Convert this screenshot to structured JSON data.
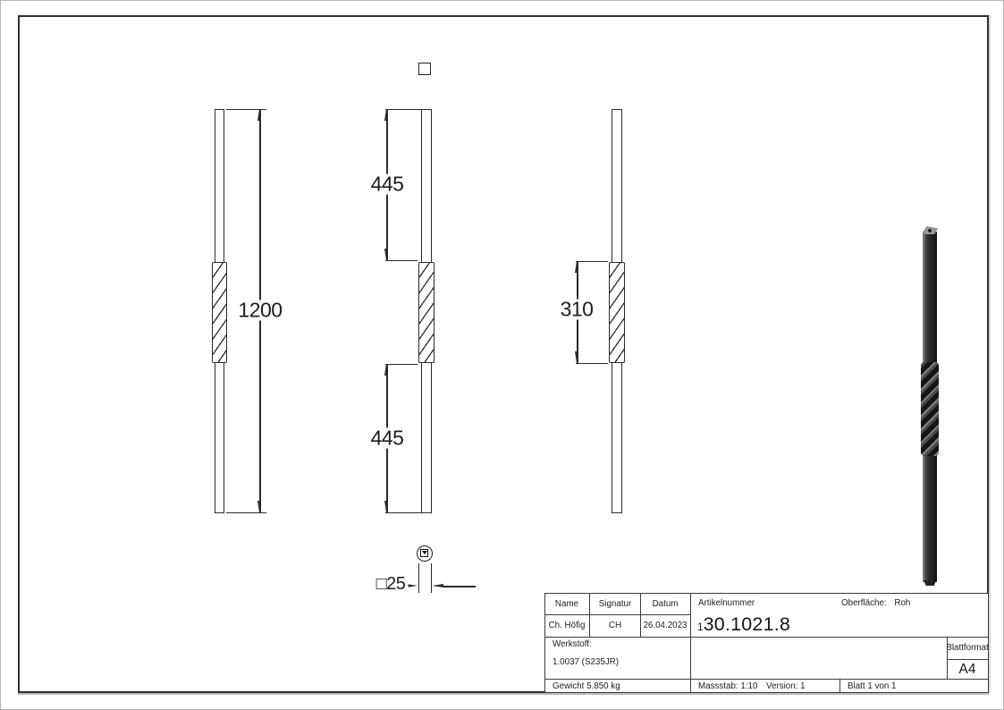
{
  "drawing": {
    "dimensions": {
      "overall_length": "1200",
      "upper_segment": "445",
      "lower_segment": "445",
      "twist_length": "310",
      "cross_section": "□25"
    }
  },
  "title_block": {
    "name_label": "Name",
    "signatur_label": "Signatur",
    "datum_label": "Datum",
    "name_value": "Ch. Höfig",
    "signatur_value": "CH",
    "datum_value": "26.04.2023",
    "artikelnummer_label": "Artikelnummer",
    "artikelnummer_prefix": "1",
    "artikelnummer_value": "30.1021.8",
    "oberflaeche_label": "Oberfläche:",
    "oberflaeche_value": "Roh",
    "werkstoff_label": "Werkstoff:",
    "werkstoff_value": "1.0037 (S235JR)",
    "gewicht": "Gewicht 5.850 kg",
    "massstab": "Massstab: 1:10",
    "version": "Version: 1",
    "blatt": "Blatt 1 von 1",
    "blattformat_label": "Blattformat",
    "blattformat_value": "A4"
  }
}
